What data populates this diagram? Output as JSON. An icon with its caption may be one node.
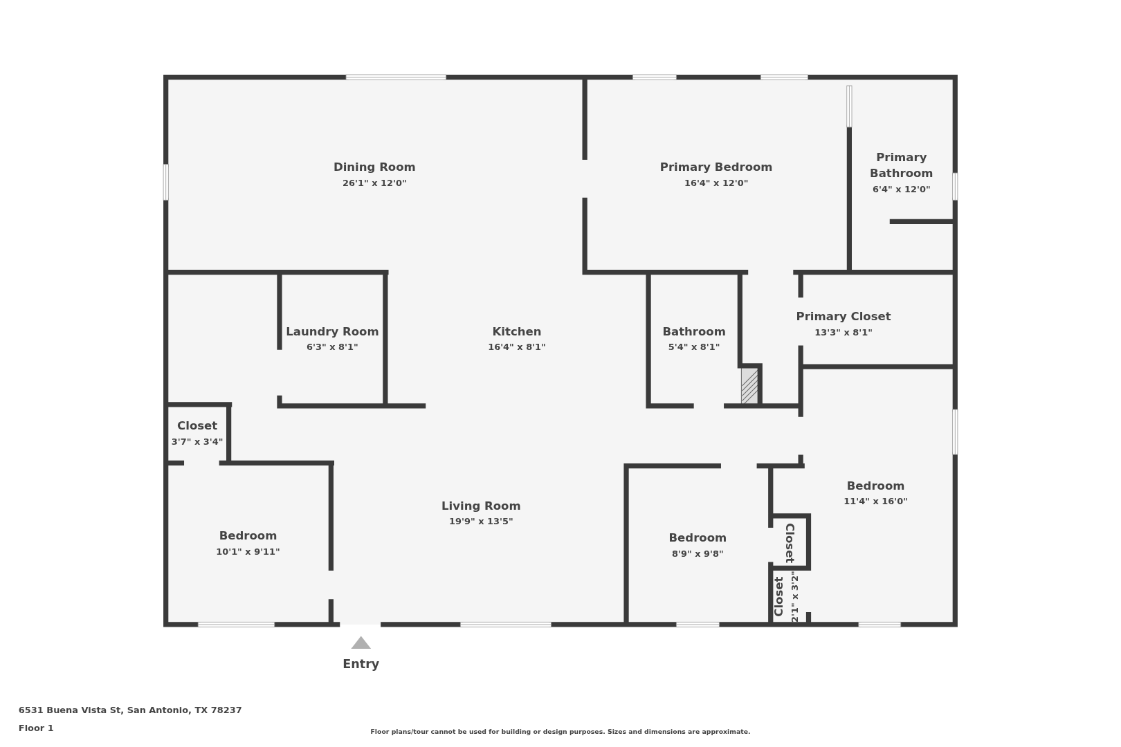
{
  "diagram": {
    "nodes": [
      {
        "text": [
          "Dining Room",
          "26'1\" x 12'0\""
        ]
      },
      {
        "text": [
          "Primary Bedroom",
          "16'4\" x 12'0\""
        ]
      },
      {
        "text": [
          "Primary Bathroom",
          "6'4\" x 12'0\""
        ]
      },
      {
        "text": [
          "Laundry Room",
          "6'3\" x 8'1\""
        ]
      },
      {
        "text": [
          "Kitchen",
          "16'4\" x 8'1\""
        ]
      },
      {
        "text": [
          "Bathroom",
          "5'4\" x 8'1\""
        ]
      },
      {
        "text": [
          "Primary Closet",
          "13'3\" x 8'1\""
        ]
      },
      {
        "text": [
          "Closet",
          "3'7\" x 3'4\""
        ]
      },
      {
        "text": [
          "Living Room",
          "19'9\" x 13'5\""
        ]
      },
      {
        "text": [
          "Bedroom",
          "10'1\" x 9'11\""
        ]
      },
      {
        "text": [
          "Bedroom",
          "8'9\" x 9'8\""
        ]
      },
      {
        "text": [
          "Bedroom",
          "11'4\" x 16'0\""
        ]
      },
      {
        "text": [
          "Closet"
        ]
      },
      {
        "text": [
          "Closet",
          "2'1\" x 3'2\""
        ]
      }
    ],
    "labels": [
      "Entry",
      "6531 Buena Vista St, San Antonio, TX 78237",
      "Floor 1",
      "Floor plans/tour cannot be used for building or design purposes. Sizes and dimensions are approximate."
    ]
  }
}
